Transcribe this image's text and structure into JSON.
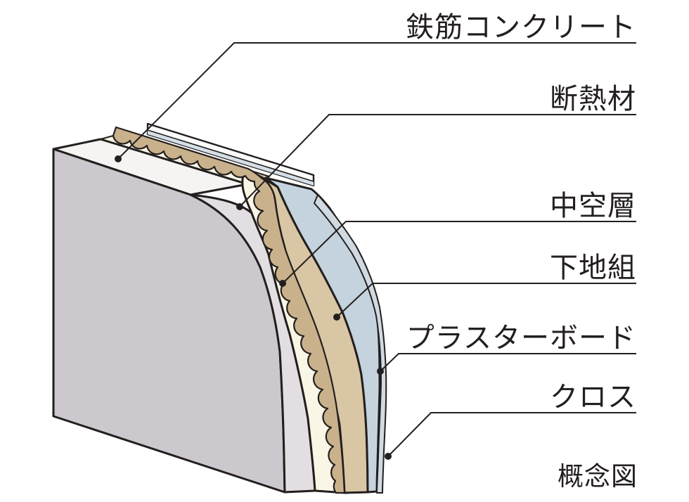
{
  "figure": {
    "caption": "概念図",
    "labels": [
      {
        "id": "reinforced-concrete",
        "text": "鉄筋コンクリート"
      },
      {
        "id": "insulation",
        "text": "断熱材"
      },
      {
        "id": "air-cavity",
        "text": "中空層"
      },
      {
        "id": "base-frame",
        "text": "下地組"
      },
      {
        "id": "plasterboard",
        "text": "プラスターボード"
      },
      {
        "id": "wall-cloth",
        "text": "クロス"
      }
    ],
    "colors": {
      "outline": "#231f1e",
      "concrete_front": "#cdc8cd",
      "concrete_highlight": "#e2dee1",
      "concrete_top": "#f5f4f2",
      "air_cream": "#faf6e6",
      "insulation_scallop": "#c9b18c",
      "base_frame_tan": "#d9c6a4",
      "plasterboard_blue": "#c5d3de",
      "cloth_strip": "#cfdae3",
      "board_bar_white": "#fbfbfa",
      "board_bar_stripe": "#d5dfe7"
    }
  }
}
